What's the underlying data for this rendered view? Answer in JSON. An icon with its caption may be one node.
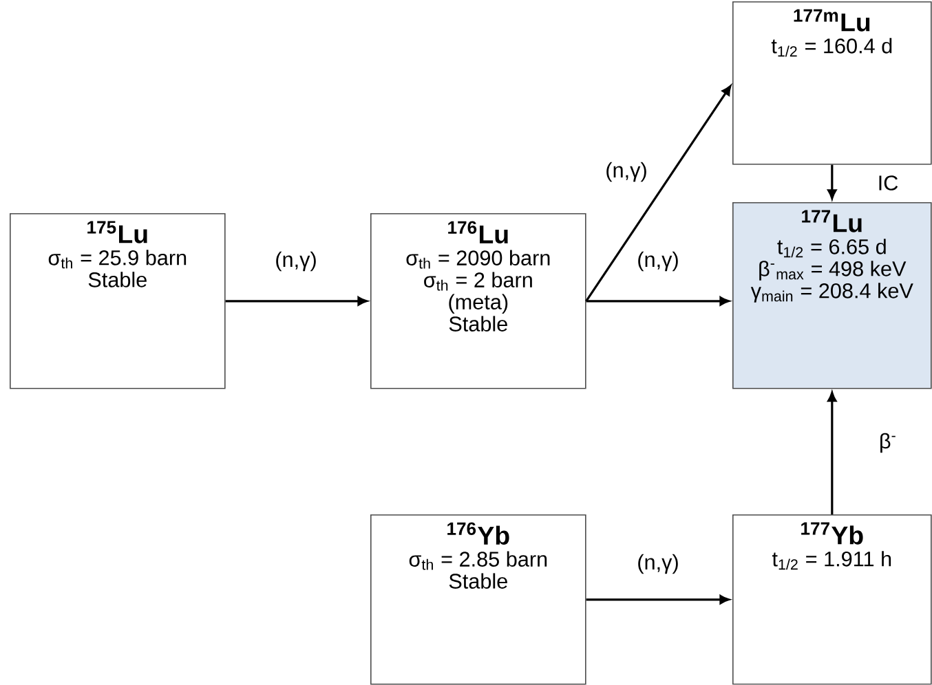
{
  "diagram": {
    "nodes": [
      {
        "text": [
          "$^{175}$Lu",
          "σ$_{th}$ = 25.9 barn",
          "Stable"
        ]
      },
      {
        "text": [
          "$^{176}$Lu",
          "σ$_{th}$ = 2090 barn",
          "σ$_{th}$ = 2 barn",
          "(meta)",
          "Stable"
        ]
      },
      {
        "text": [
          "$^{177m}$Lu",
          "t$_{1/2}$ = 160.4 d"
        ]
      },
      {
        "text": [
          "$^{177}$Lu",
          "t$_{1/2}$ = 6.65 d",
          "β$^{-}$$_{max}$ = 498 keV",
          "γ$_{main}$ = 208.4 keV"
        ]
      },
      {
        "text": [
          "$^{176}$Yb",
          "σ$_{th}$ = 2.85 barn",
          "Stable"
        ]
      },
      {
        "text": [
          "$^{177}$Yb",
          "t$_{1/2}$ = 1.911 h"
        ]
      }
    ],
    "edges": [
      {
        "from": 0,
        "to": 1,
        "arrow": "to",
        "label": "(n,γ)"
      },
      {
        "from": 1,
        "to": 2,
        "arrow": "to",
        "label": "(n,γ)"
      },
      {
        "from": 1,
        "to": 3,
        "arrow": "to",
        "label": "(n,γ)"
      },
      {
        "from": 2,
        "to": 3,
        "arrow": "to",
        "label": "IC"
      },
      {
        "from": 5,
        "to": 3,
        "arrow": "to",
        "label": "β$^{-}$"
      },
      {
        "from": 4,
        "to": 5,
        "arrow": "to",
        "label": "(n,γ)"
      }
    ]
  }
}
